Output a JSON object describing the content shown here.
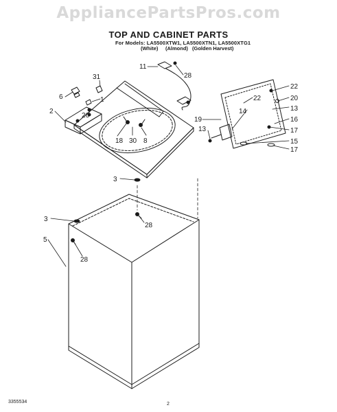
{
  "watermark": "AppliancePartsPros.com",
  "header": {
    "title": "TOP AND CABINET PARTS",
    "models": "For Models: LA5500XTW1, LA5500XTN1, LA5500XTG1",
    "colors": [
      "(White)",
      "(Almond)",
      "(Golden Harvest)"
    ]
  },
  "callouts": {
    "c31": "31",
    "c6": "6",
    "c1": "1",
    "c2": "2",
    "c26": "26",
    "c11": "11",
    "c28a": "28",
    "c18": "18",
    "c30": "30",
    "c8": "8",
    "c22a": "22",
    "c22b": "22",
    "c20": "20",
    "c14": "14",
    "c13a": "13",
    "c19": "19",
    "c13b": "13",
    "c16": "16",
    "c17a": "17",
    "c15": "15",
    "c17b": "17",
    "c3a": "3",
    "c28b": "28",
    "c3b": "3",
    "c5": "5",
    "c28c": "28"
  },
  "footer": {
    "part_number": "3355534",
    "page": "2"
  }
}
